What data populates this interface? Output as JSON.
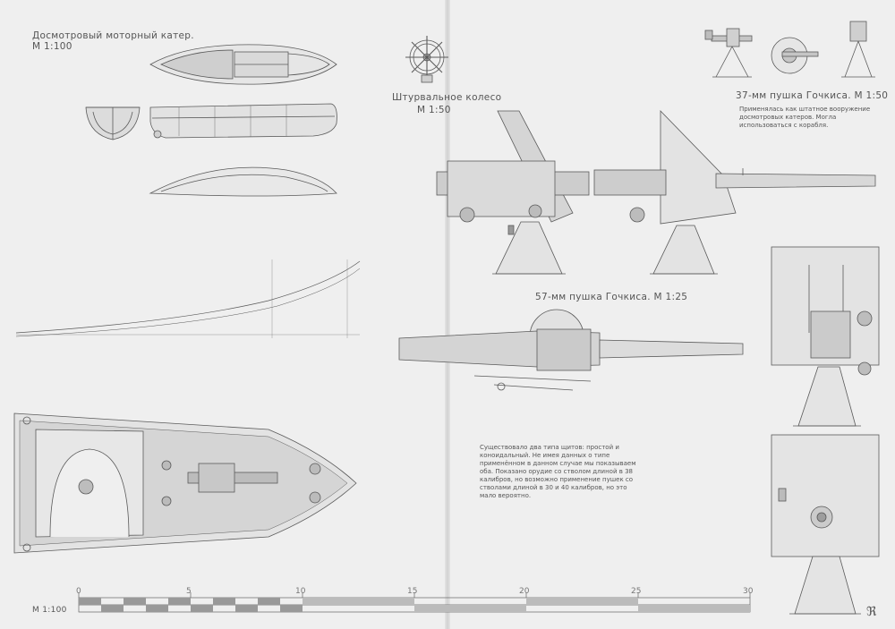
{
  "labels": {
    "launch_title": "Досмотровый моторный катер.",
    "launch_scale": "М 1:100",
    "wheel_title": "Штурвальное колесо",
    "wheel_scale": "М 1:50",
    "gun37_title": "37-мм пушка Гочкиса. М 1:50",
    "gun57_title": "57-мм пушка Гочкиса. М 1:25",
    "scale_label": "М 1:100",
    "page_mark": "ℜ"
  },
  "notes": {
    "gun37_note": "Применялась как штатное вооружение досмотровых катеров. Могла использоваться с корабля.",
    "shield_note": "Существовало два типа щитов: простой и коноидальный. Не имея данных о типе применённом в данном случае мы показываем оба. Показано орудие со стволом длиной в 38 калибров, но возможно применение пушек со стволами длиной в 30 и 40 калибров, но это мало вероятно."
  },
  "scale_bar": {
    "ticks": [
      "0",
      "5",
      "10",
      "15",
      "20",
      "25",
      "30"
    ]
  },
  "colors": {
    "paper": "#efefef",
    "ink": "#5a5a5a",
    "fill": "#d8d8d8"
  }
}
